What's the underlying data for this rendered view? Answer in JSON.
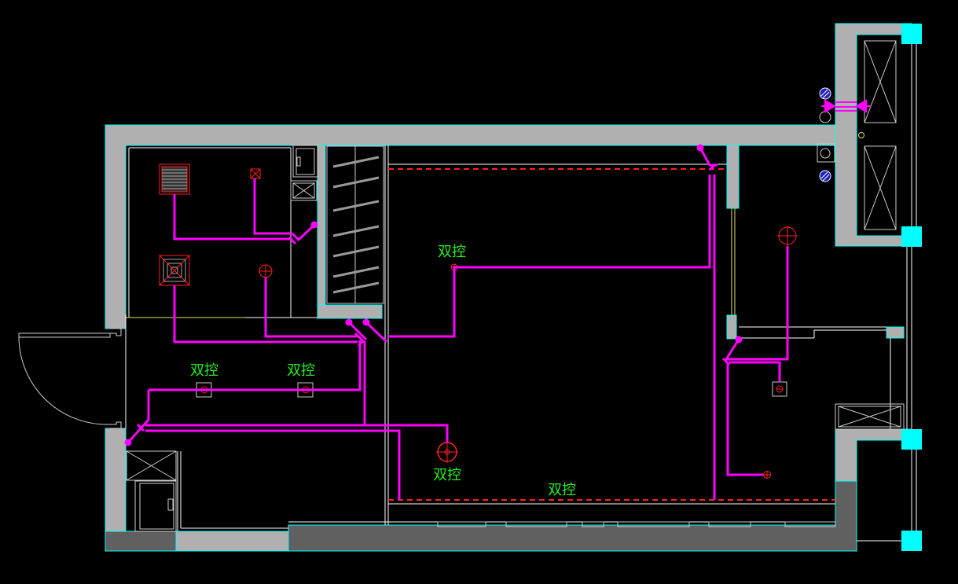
{
  "drawing": {
    "switch_labels": [
      "双控",
      "双控",
      "双控",
      "双控",
      "双控"
    ]
  },
  "colors": {
    "background": "#000000",
    "wall": "#b0b0b0",
    "wall_dark": "#606060",
    "outline": "#00ffff",
    "column": "#00ffff",
    "wiring": "#ff00ff",
    "fixture": "#ff2020",
    "label": "#22ee22",
    "line": "#ffffff",
    "furniture": "#9a9a9a",
    "yellow": "#e0e060"
  }
}
